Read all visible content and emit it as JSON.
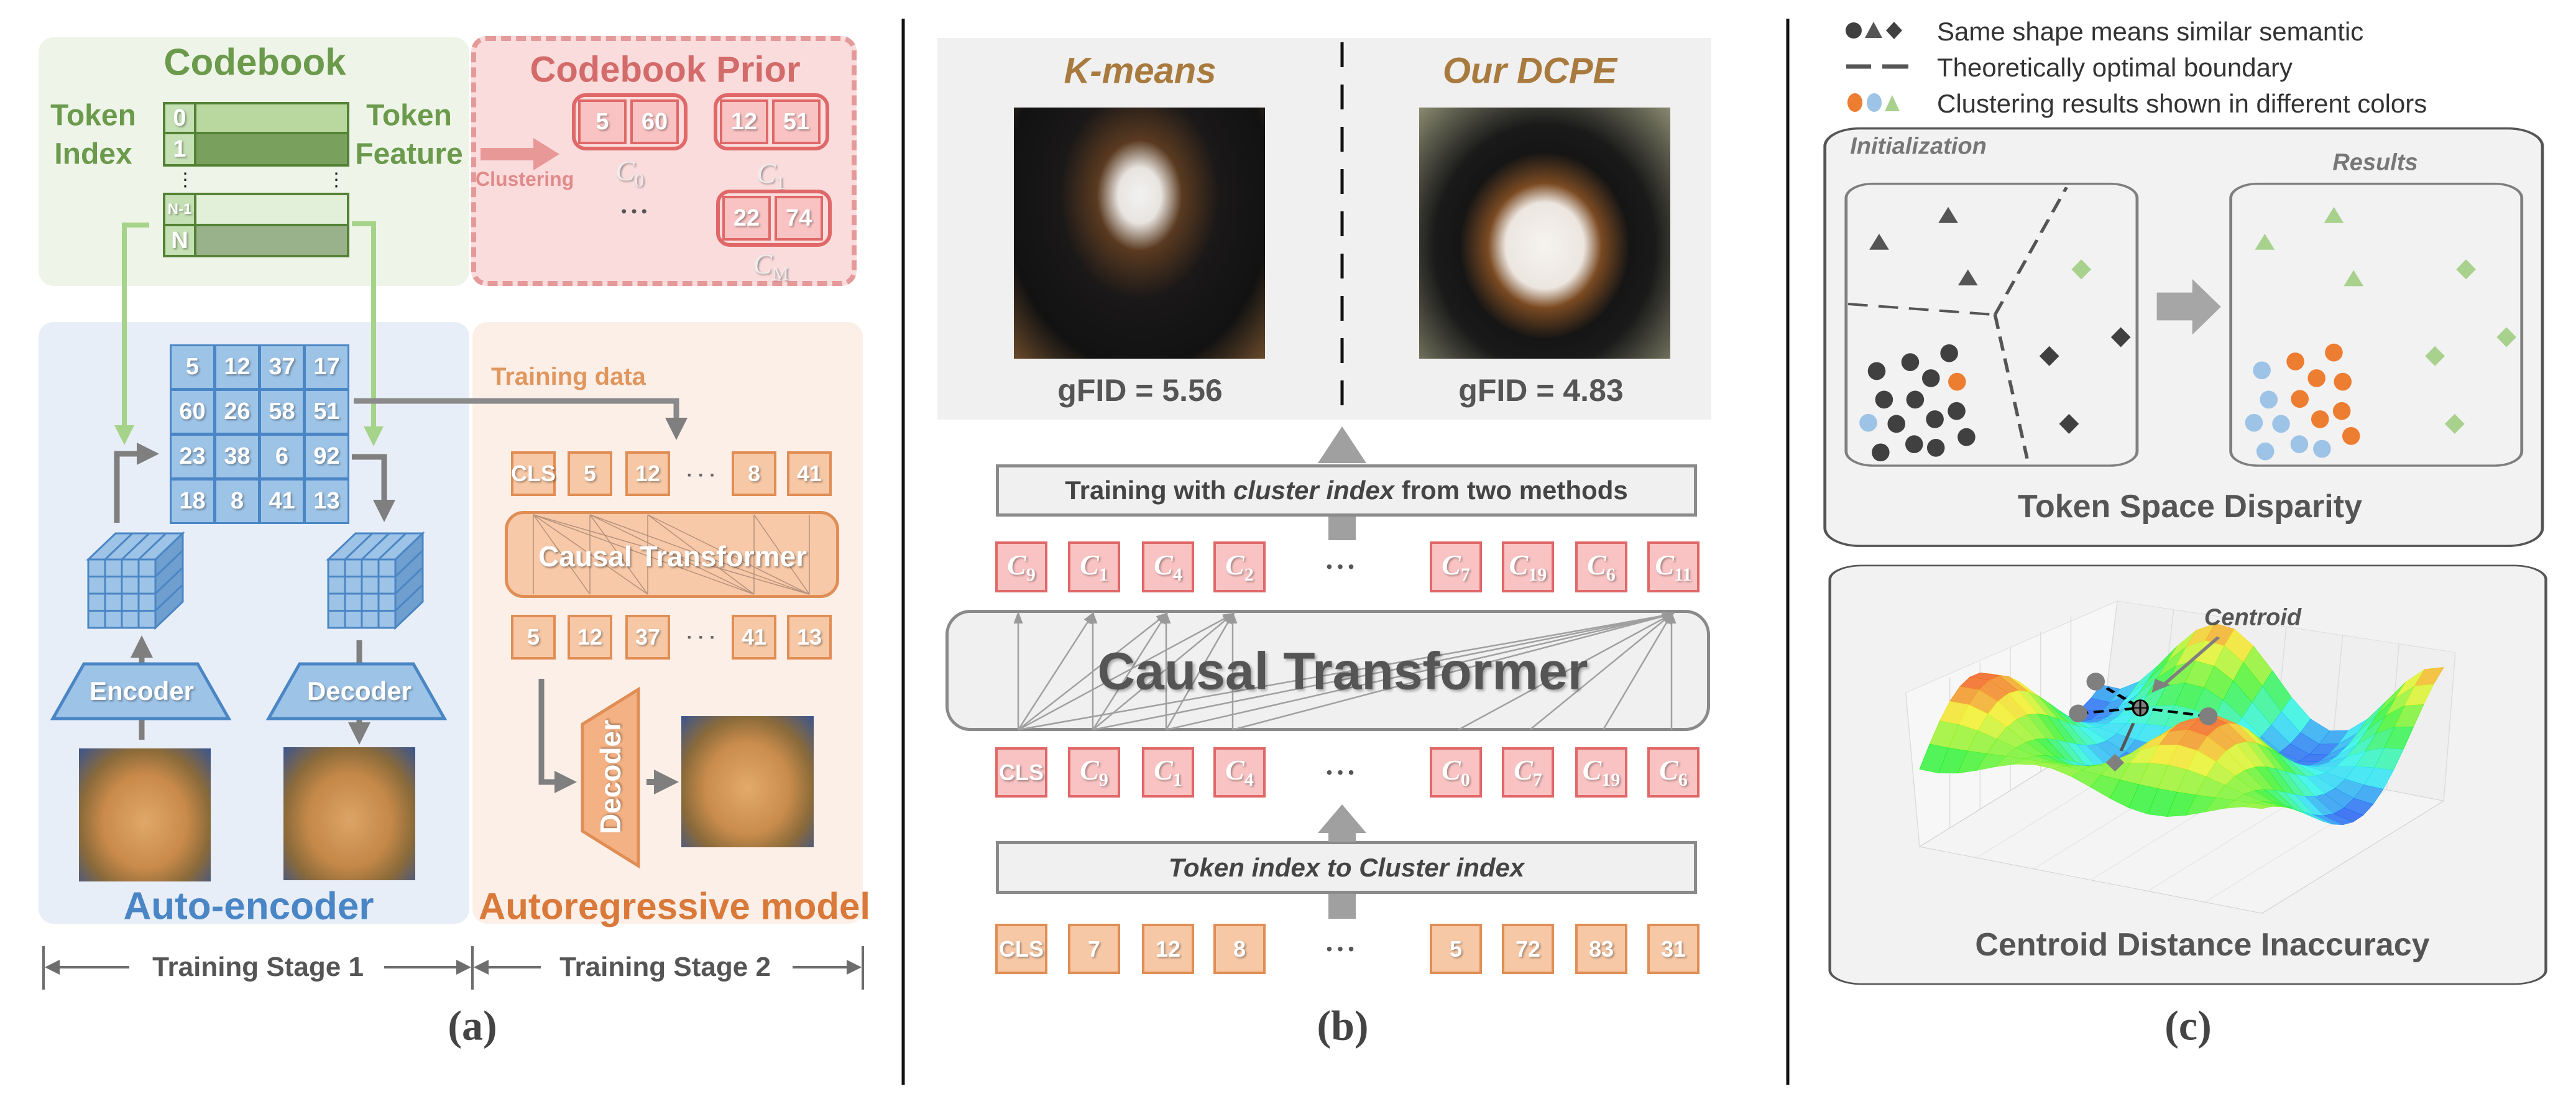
{
  "panel_a": {
    "codebook": {
      "title": "Codebook",
      "index_label": [
        "Token",
        "Index"
      ],
      "feature_label": [
        "Token",
        "Feature"
      ],
      "rows": [
        "0",
        "1",
        "N-1",
        "N"
      ]
    },
    "prior": {
      "title": "Codebook Prior",
      "clustering": "Clustering",
      "ellipsis": "• • •",
      "clusters": [
        {
          "values": [
            "5",
            "60"
          ],
          "c": "C",
          "sub": "0"
        },
        {
          "values": [
            "12",
            "51"
          ],
          "c": "C",
          "sub": "1"
        },
        {
          "values": [
            "22",
            "74"
          ],
          "c": "C",
          "sub": "M"
        }
      ]
    },
    "token_grid": [
      [
        "5",
        "12",
        "37",
        "17"
      ],
      [
        "60",
        "26",
        "58",
        "51"
      ],
      [
        "23",
        "38",
        "6",
        "92"
      ],
      [
        "18",
        "8",
        "41",
        "13"
      ]
    ],
    "encoder": "Encoder",
    "decoder": "Decoder",
    "autoencoder_title": "Auto-encoder",
    "training_data": "Training data",
    "input_tokens": [
      "CLS",
      "5",
      "12",
      "8",
      "41"
    ],
    "output_tokens": [
      "5",
      "12",
      "37",
      "41",
      "13"
    ],
    "ellipsis": "· · ·",
    "causal_transformer": "Causal Transformer",
    "ar_decoder": "Decoder",
    "autoregressive_title": "Autoregressive model",
    "stage1": "Training Stage 1",
    "stage2": "Training Stage 2",
    "caption": "(a)"
  },
  "panel_b": {
    "kmeans_title": "K-means",
    "dcpe_title": "Our DCPE",
    "kmeans_gfid": "gFID = 5.56",
    "dcpe_gfid": "gFID = 4.83",
    "training_box": {
      "pre": "Training with ",
      "em": "cluster index",
      "post": " from two methods"
    },
    "top_row": [
      {
        "c": "C",
        "sub": "9"
      },
      {
        "c": "C",
        "sub": "1"
      },
      {
        "c": "C",
        "sub": "4"
      },
      {
        "c": "C",
        "sub": "2"
      },
      {
        "c": "C",
        "sub": "7"
      },
      {
        "c": "C",
        "sub": "19"
      },
      {
        "c": "C",
        "sub": "6"
      },
      {
        "c": "C",
        "sub": "11"
      }
    ],
    "causal_transformer": "Causal Transformer",
    "mid_row": [
      {
        "text": "CLS"
      },
      {
        "c": "C",
        "sub": "9"
      },
      {
        "c": "C",
        "sub": "1"
      },
      {
        "c": "C",
        "sub": "4"
      },
      {
        "c": "C",
        "sub": "0"
      },
      {
        "c": "C",
        "sub": "7"
      },
      {
        "c": "C",
        "sub": "19"
      },
      {
        "c": "C",
        "sub": "6"
      }
    ],
    "mapping_box": "Token index to Cluster index",
    "bottom_row": [
      "CLS",
      "7",
      "12",
      "8",
      "5",
      "72",
      "83",
      "31"
    ],
    "ellipsis": "• • •",
    "caption": "(b)"
  },
  "panel_c": {
    "legend": [
      "Same shape means similar semantic",
      "Theoretically optimal boundary",
      "Clustering results shown in different colors"
    ],
    "initialization": "Initialization",
    "results": "Results",
    "token_space_title": "Token Space Disparity",
    "centroid_label": "Centroid",
    "centroid_title": "Centroid Distance Inaccuracy",
    "caption": "(c)",
    "colors": {
      "orange": "#ed7d31",
      "blue": "#9dc3e6",
      "green": "#a9d18e",
      "dark": "#404040"
    }
  }
}
